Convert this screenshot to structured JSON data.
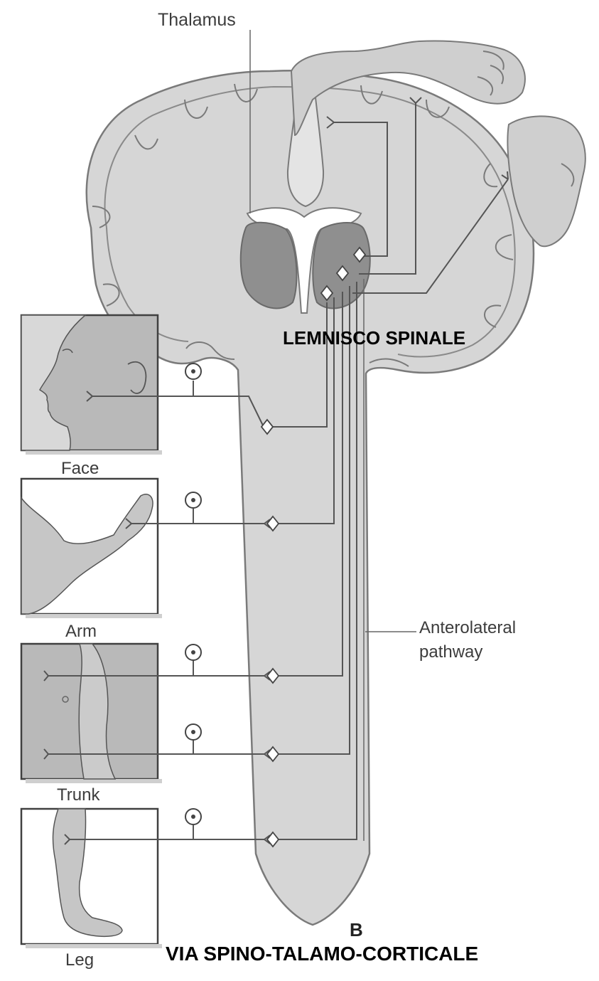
{
  "labels": {
    "thalamus": "Thalamus",
    "lemnisco": "LEMNISCO SPINALE",
    "face": "Face",
    "arm": "Arm",
    "trunk": "Trunk",
    "leg": "Leg",
    "antero_line1": "Anterolateral",
    "antero_line2": "pathway",
    "panel_letter": "B",
    "via": "VIA SPINO-TALAMO-CORTICALE"
  },
  "colors": {
    "brain_fill": "#d6d6d6",
    "brain_outline": "#7a7a7a",
    "thalamus_fill": "#8f8f8f",
    "skin_dark": "#b4b4b4",
    "skin_light": "#cdcdcd",
    "nerve_line": "#555555",
    "panel_border": "#404040",
    "label_text": "#3c3c3c",
    "bold_text": "#000000"
  },
  "icons": {
    "ganglion": "dot-in-circle",
    "synapse": "diamond",
    "receptor": "fork"
  }
}
